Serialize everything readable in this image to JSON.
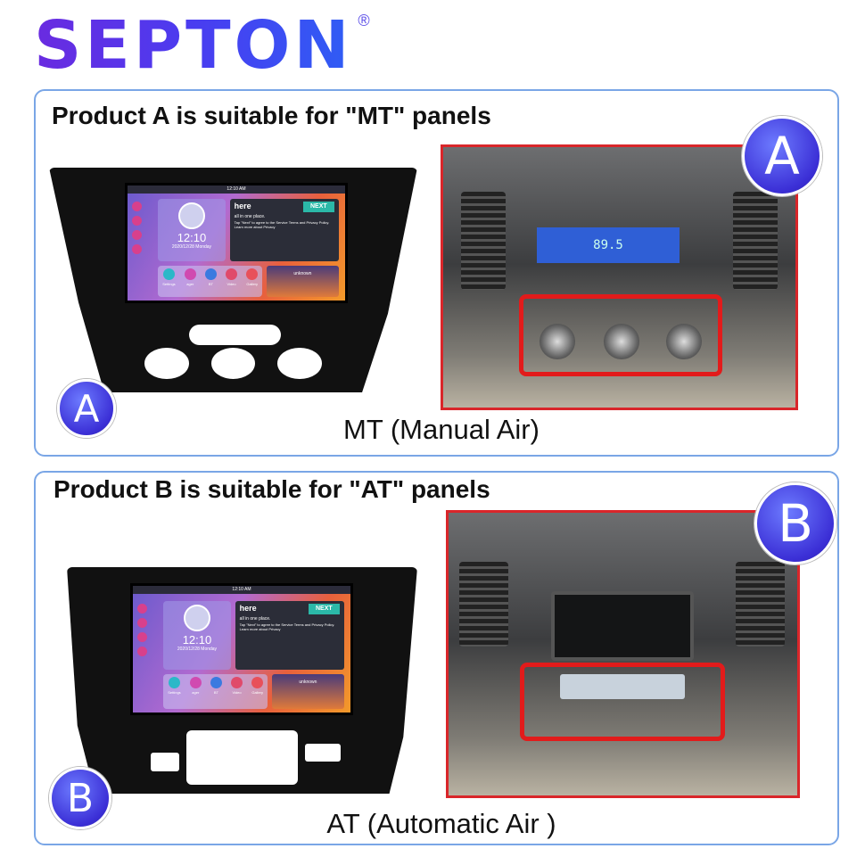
{
  "brand": {
    "logo": "SEPTON",
    "registered": "®"
  },
  "screen_ui": {
    "status_time": "12:10 AM",
    "clock_time": "12:10",
    "date": "2020/12/28  Monday",
    "tagline": "all in one place.",
    "here_logo": "here",
    "next_button": "NEXT",
    "terms": "Tap \"Next\" to agree to the Service Terms and Privacy Policy. Learn more about Privacy",
    "apps": [
      "Settings",
      "ager",
      "BT",
      "Video",
      "Gallery"
    ],
    "media_title": "unknown"
  },
  "product_a": {
    "title": "Product A is suitable for \"MT\" panels",
    "badge": "A",
    "caption": "MT (Manual Air)",
    "radio_display": "89.5"
  },
  "product_b": {
    "title": "Product B is suitable for \"AT\" panels",
    "badge": "B",
    "caption": "AT (Automatic Air )"
  },
  "colors": {
    "accent": "#4a3cf0",
    "highlight": "#e21b1b",
    "border": "#7aa6e6"
  }
}
